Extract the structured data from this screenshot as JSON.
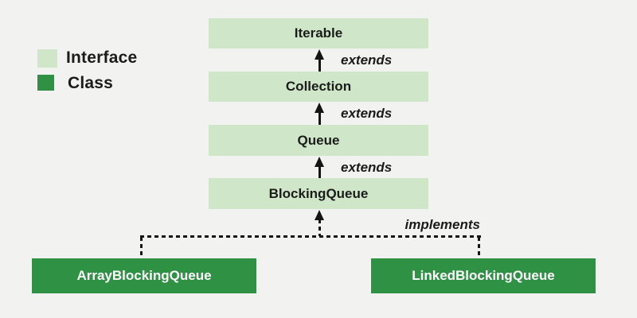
{
  "legend": {
    "interface": {
      "label": "Interface"
    },
    "class": {
      "label": "Class"
    }
  },
  "nodes": {
    "iterable": "Iterable",
    "collection": "Collection",
    "queue": "Queue",
    "blocking_queue": "BlockingQueue",
    "array_blocking_queue": "ArrayBlockingQueue",
    "linked_blocking_queue": "LinkedBlockingQueue"
  },
  "edges": {
    "extends_collection_iterable": "extends",
    "extends_queue_collection": "extends",
    "extends_blockingqueue_queue": "extends",
    "implements": "implements"
  },
  "colors": {
    "background": "#f2f3f0",
    "interface_fill": "#cfe7c8",
    "class_fill": "#2e9144",
    "line": "#151515",
    "interface_text": "#1b1b1b",
    "class_text": "#ffffff"
  }
}
